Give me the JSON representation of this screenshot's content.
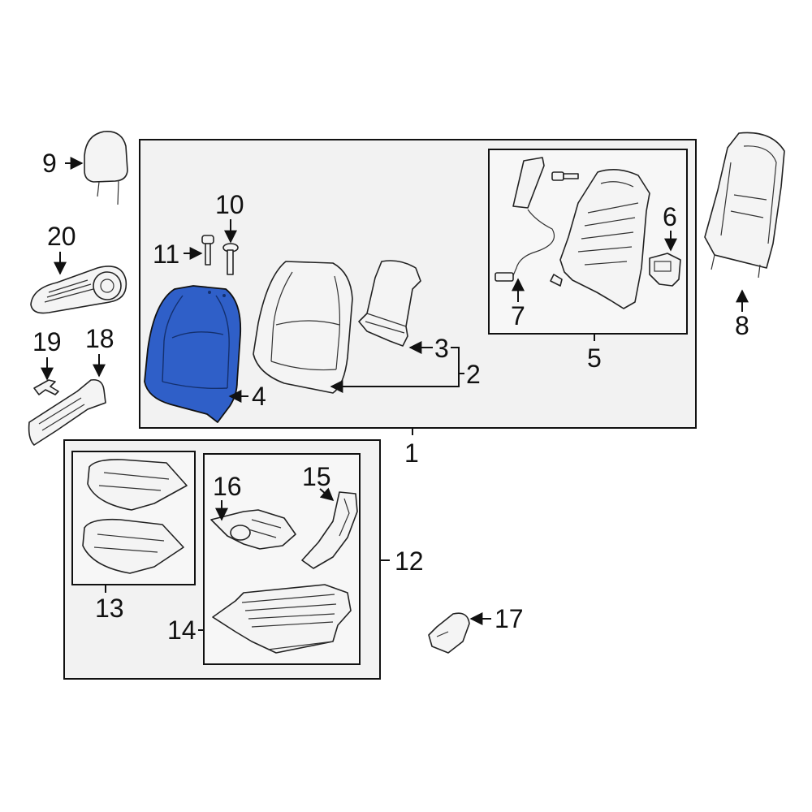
{
  "diagram": {
    "highlight_color": "#2f5fc8",
    "highlighted_part": "4",
    "callouts": {
      "c1": "1",
      "c2": "2",
      "c3": "3",
      "c4": "4",
      "c5": "5",
      "c6": "6",
      "c7": "7",
      "c8": "8",
      "c9": "9",
      "c10": "10",
      "c11": "11",
      "c12": "12",
      "c13": "13",
      "c14": "14",
      "c15": "15",
      "c16": "16",
      "c17": "17",
      "c18": "18",
      "c19": "19",
      "c20": "20"
    }
  }
}
